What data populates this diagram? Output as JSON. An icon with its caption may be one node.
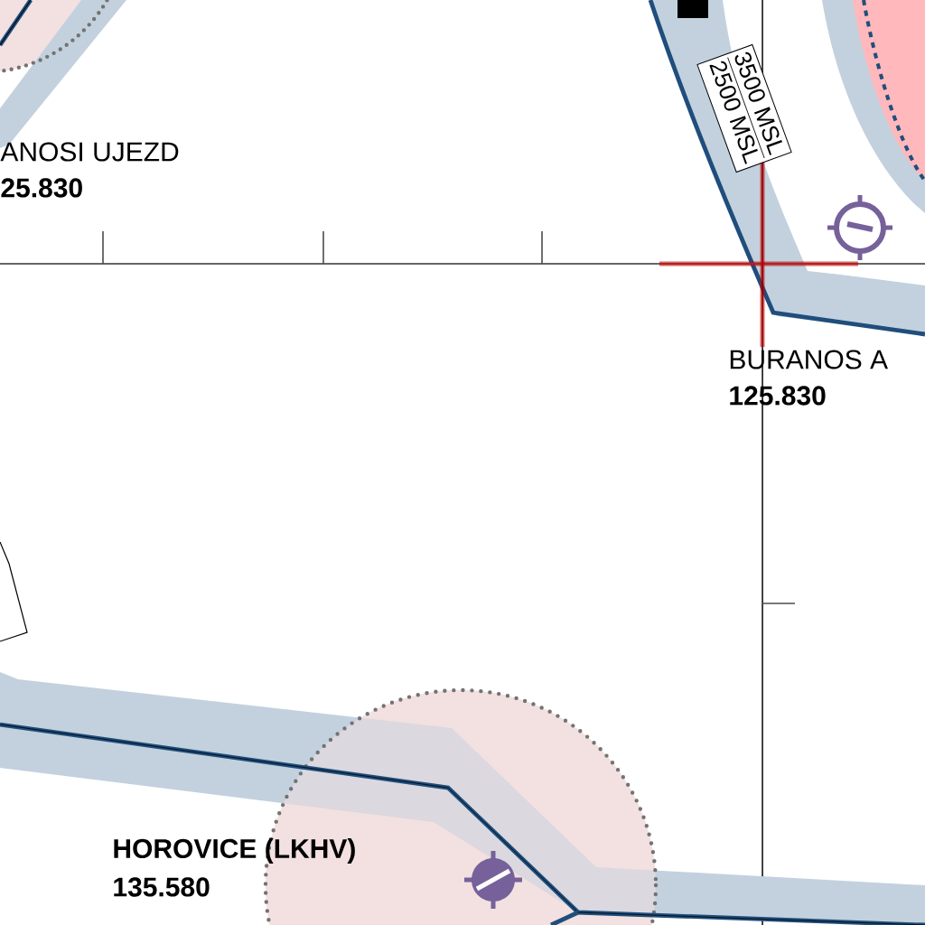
{
  "diagram": {
    "labels": [
      "3500 MSL",
      "2500 MSL",
      "ANOSI UJEZD",
      "25.830",
      "BURANOS A",
      "125.830",
      "HOROVICE (LKHV)",
      "135.580"
    ]
  }
}
